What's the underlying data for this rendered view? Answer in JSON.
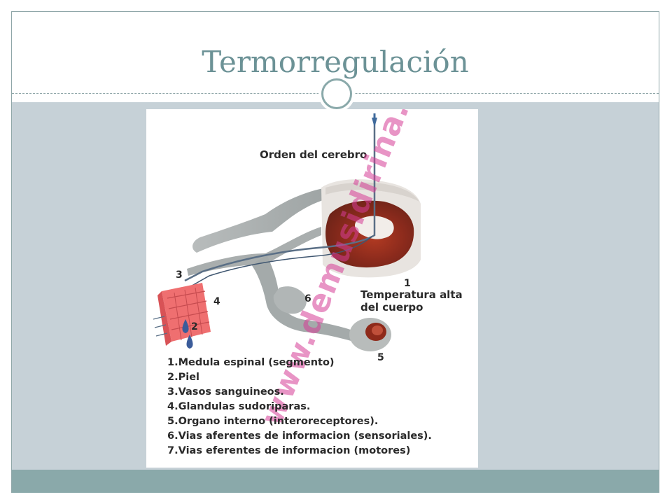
{
  "slide": {
    "title": "Termorregulación"
  },
  "figure": {
    "labels": {
      "brain_order": "Orden del cerebro",
      "high_temp": "Temperatura alta\ndel cuerpo",
      "n1": "1",
      "n2": "2",
      "n3": "3",
      "n4": "4",
      "n5": "5",
      "n6": "6"
    },
    "legend": [
      "1.Medula espinal (segmento)",
      "2.Piel",
      "3.Vasos sanguineos.",
      "4.Glandulas sudoriparas.",
      "5.Organo interno (interoreceptores).",
      "6.Vias aferentes de informacion (sensoriales).",
      "7.Vias eferentes de informacion (motores)"
    ],
    "watermark": "www.demusidirina.com"
  },
  "colors": {
    "title": "#6c9296",
    "content_bg": "#c6d1d7",
    "footer_bg": "#8aa9aa",
    "watermark": "#d63c96"
  }
}
